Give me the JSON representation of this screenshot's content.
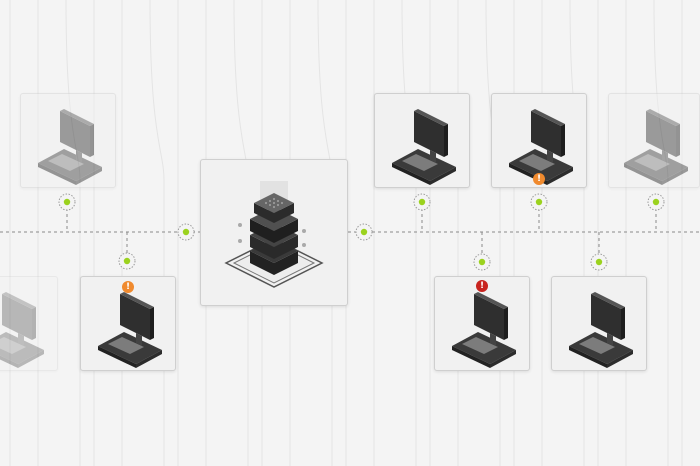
{
  "colors": {
    "background": "#f4f4f4",
    "card_border": "#cfcfcf",
    "connector": "#8a8a8a",
    "node_green": "#9bd21e",
    "warning": "#f08a2e",
    "error": "#c8241f",
    "background_lines": "#e4e4e4"
  },
  "icons": {
    "server": "server-stack-icon",
    "workstation": "desktop-computer-icon",
    "warning": "exclamation-icon",
    "error": "exclamation-icon"
  },
  "diagram": {
    "hub": {
      "name": "central-server"
    },
    "workstations": [
      {
        "name": "workstation-top-left",
        "status": "normal",
        "visibility": "dim"
      },
      {
        "name": "workstation-bottom-left-edge",
        "status": "normal",
        "visibility": "faint"
      },
      {
        "name": "workstation-bottom-left",
        "status": "warning",
        "visibility": "full"
      },
      {
        "name": "workstation-top-center",
        "status": "normal",
        "visibility": "full"
      },
      {
        "name": "workstation-top-right",
        "status": "warning",
        "visibility": "full"
      },
      {
        "name": "workstation-top-right-edge",
        "status": "normal",
        "visibility": "dim"
      },
      {
        "name": "workstation-bottom-center",
        "status": "error",
        "visibility": "full"
      },
      {
        "name": "workstation-bottom-right",
        "status": "normal",
        "visibility": "full"
      }
    ],
    "badge_text": "!"
  }
}
